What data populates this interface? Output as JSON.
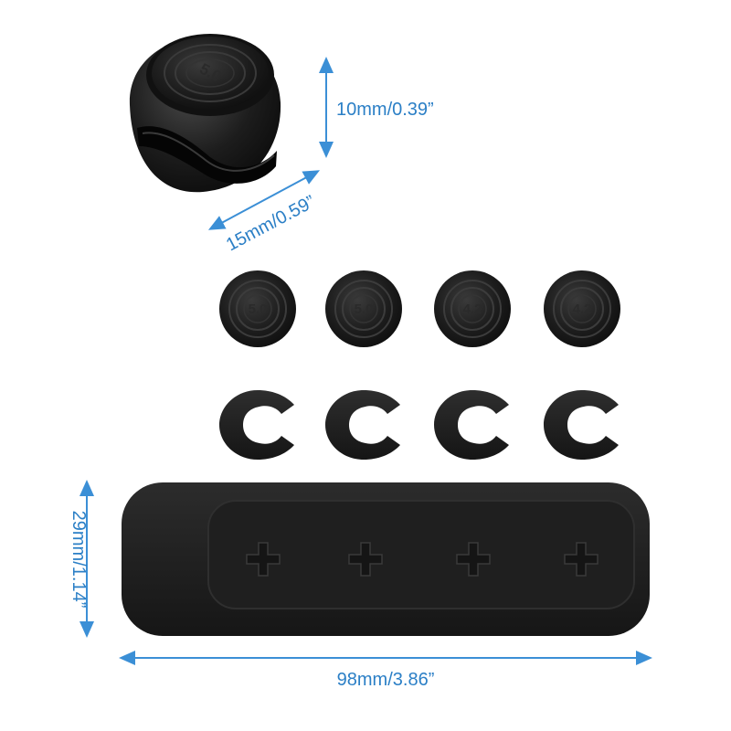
{
  "colors": {
    "dimension_line": "#3b8fd6",
    "dimension_text": "#2b7fc6",
    "product": "#1c1c1c",
    "background": "#ffffff"
  },
  "dimensions": {
    "height_clip": "10mm/0.39”",
    "width_clip": "15mm/0.59”",
    "height_base": "29mm/1.14”",
    "width_base": "98mm/3.86”"
  },
  "caps": {
    "top_clip_label": "5.0",
    "labels": [
      "5.0",
      "5.0",
      "4.2",
      "4.2"
    ]
  },
  "base": {
    "slot_icon": "plus-slot-icon",
    "slot_count": 4
  }
}
